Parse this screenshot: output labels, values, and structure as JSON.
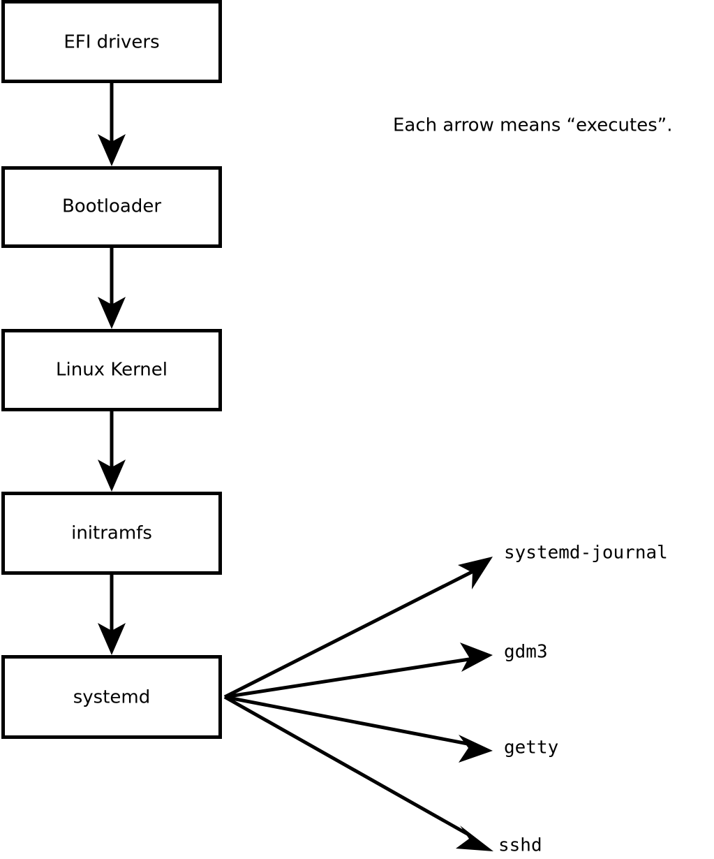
{
  "diagram": {
    "title_caption": "Each arrow means “executes”.",
    "boot_chain": [
      {
        "id": "efi-drivers",
        "label": "EFI drivers"
      },
      {
        "id": "bootloader",
        "label": "Bootloader"
      },
      {
        "id": "linux-kernel",
        "label": "Linux Kernel"
      },
      {
        "id": "initramfs",
        "label": "initramfs"
      },
      {
        "id": "systemd",
        "label": "systemd"
      }
    ],
    "services": [
      {
        "id": "systemd-journal",
        "label": "systemd-journal"
      },
      {
        "id": "gdm3",
        "label": "gdm3"
      },
      {
        "id": "getty",
        "label": "getty"
      },
      {
        "id": "sshd",
        "label": "sshd"
      }
    ],
    "colors": {
      "background": "#ffffff",
      "stroke": "#000000",
      "box_fill": "#ffffff",
      "text": "#000000"
    }
  }
}
